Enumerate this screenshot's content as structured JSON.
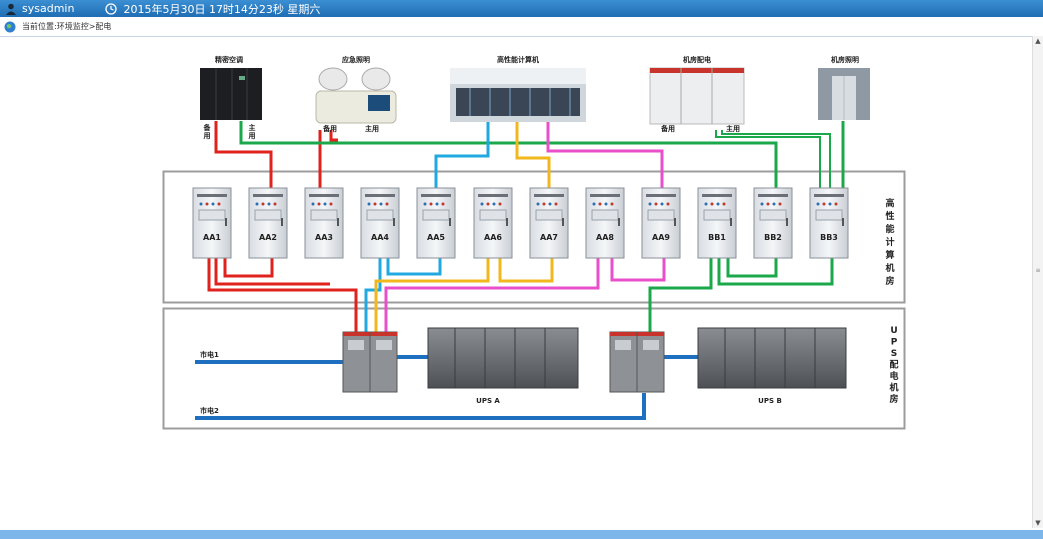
{
  "header": {
    "username": "sysadmin",
    "datetime": "2015年5月30日 17时14分23秒 星期六"
  },
  "breadcrumb": {
    "text": "当前位置:环境监控>配电"
  },
  "equipment": {
    "precision_ac": {
      "title": "精密空调",
      "standby": "备\n用",
      "main": "主\n用"
    },
    "emergency_lighting": {
      "title": "应急照明",
      "standby": "备用",
      "main": "主用"
    },
    "hpc": {
      "title": "高性能计算机"
    },
    "room_distribution": {
      "title": "机房配电",
      "standby": "备用",
      "main": "主用"
    },
    "room_lighting": {
      "title": "机房照明"
    }
  },
  "cabinets": [
    "AA1",
    "AA2",
    "AA3",
    "AA4",
    "AA5",
    "AA6",
    "AA7",
    "AA8",
    "AA9",
    "BB1",
    "BB2",
    "BB3"
  ],
  "rooms": {
    "hpc_room": "高性能计算机房",
    "ups_room": "UPS配电机房"
  },
  "ups": {
    "a_label": "UPS A",
    "b_label": "UPS B"
  },
  "mains": {
    "mains1": "市电1",
    "mains2": "市电2"
  },
  "colors": {
    "red": "#e0221c",
    "green": "#1aa84a",
    "cyan": "#20a8e0",
    "yellow": "#f2b71a",
    "magenta": "#e84fc8",
    "blue": "#1f6fc0"
  }
}
